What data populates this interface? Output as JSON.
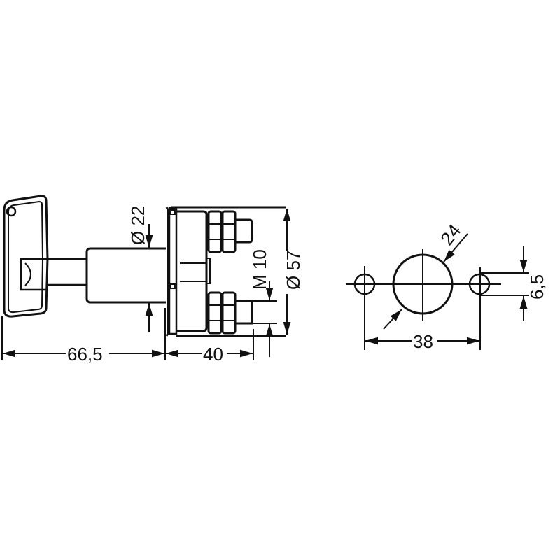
{
  "drawing": {
    "type": "technical-dimension-drawing",
    "subject": "battery master switch with removable key",
    "views": [
      {
        "name": "side-view",
        "description": "key, shaft, housing, two terminal studs"
      },
      {
        "name": "mounting-hole-pattern",
        "description": "center hole and two fixing holes"
      }
    ]
  },
  "dimensions": {
    "key_length": "66,5",
    "housing_depth": "40",
    "shaft_diameter": "Ø 22",
    "housing_diameter": "Ø 57",
    "terminal_thread": "M 10",
    "center_hole": "24",
    "hole_spacing": "38",
    "fixing_hole": "6,5"
  },
  "colors": {
    "line": "#111111",
    "background": "#ffffff"
  }
}
